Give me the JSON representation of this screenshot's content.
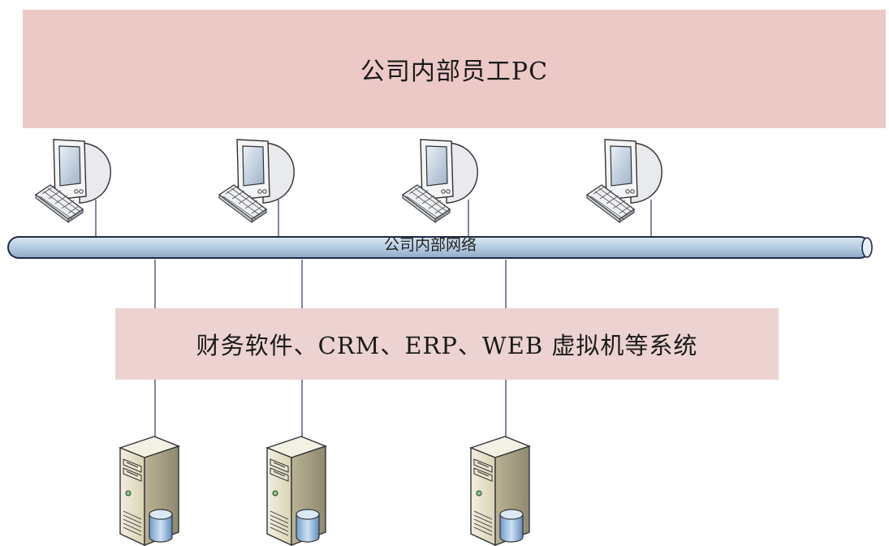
{
  "top_band": {
    "label": "公司内部员工PC"
  },
  "network": {
    "label": "公司内部网络"
  },
  "system_band": {
    "label": "财务软件、CRM、ERP、WEB 虚拟机等系统"
  },
  "icons": {
    "pc": "desktop-computer-icon",
    "server": "server-tower-icon"
  },
  "colors": {
    "band_top": "#ecc9c7",
    "band_mid": "#ecd3d2",
    "bus": "#b9cfe4",
    "line": "#333366"
  }
}
